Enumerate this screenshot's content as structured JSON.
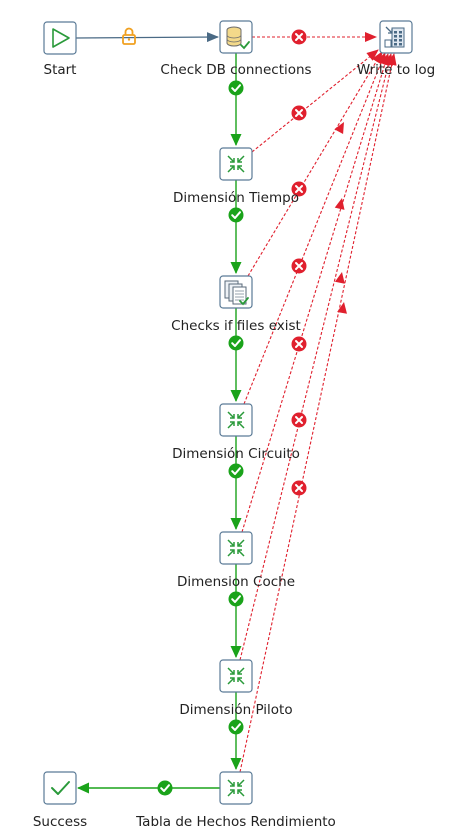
{
  "nodes": [
    {
      "id": "start",
      "label": "Start",
      "icon": "play-icon",
      "type": "start"
    },
    {
      "id": "check_db",
      "label": "Check DB connections",
      "icon": "database-check-icon",
      "type": "check-db"
    },
    {
      "id": "write_log",
      "label": "Write to log",
      "icon": "log-document-icon",
      "type": "log"
    },
    {
      "id": "dim_tiempo",
      "label": "Dimensión Tiempo",
      "icon": "transformation-icon",
      "type": "trans"
    },
    {
      "id": "checks_files",
      "label": "Checks if files exist",
      "icon": "files-check-icon",
      "type": "files"
    },
    {
      "id": "dim_circuito",
      "label": "Dimensión Circuito",
      "icon": "transformation-icon",
      "type": "trans"
    },
    {
      "id": "dim_coche",
      "label": "Dimension Coche",
      "icon": "transformation-icon",
      "type": "trans"
    },
    {
      "id": "dim_piloto",
      "label": "Dimensión Piloto",
      "icon": "transformation-icon",
      "type": "trans"
    },
    {
      "id": "tabla_hechos",
      "label": "Tabla de Hechos Rendimiento",
      "icon": "transformation-icon",
      "type": "trans"
    },
    {
      "id": "success",
      "label": "Success",
      "icon": "checkmark-icon",
      "type": "success"
    }
  ],
  "hops": [
    {
      "from": "start",
      "to": "check_db",
      "kind": "unconditional"
    },
    {
      "from": "check_db",
      "to": "dim_tiempo",
      "kind": "success"
    },
    {
      "from": "dim_tiempo",
      "to": "checks_files",
      "kind": "success"
    },
    {
      "from": "checks_files",
      "to": "dim_circuito",
      "kind": "success"
    },
    {
      "from": "dim_circuito",
      "to": "dim_coche",
      "kind": "success"
    },
    {
      "from": "dim_coche",
      "to": "dim_piloto",
      "kind": "success"
    },
    {
      "from": "dim_piloto",
      "to": "tabla_hechos",
      "kind": "success"
    },
    {
      "from": "tabla_hechos",
      "to": "success",
      "kind": "success"
    },
    {
      "from": "check_db",
      "to": "write_log",
      "kind": "error"
    },
    {
      "from": "dim_tiempo",
      "to": "write_log",
      "kind": "error"
    },
    {
      "from": "checks_files",
      "to": "write_log",
      "kind": "error"
    },
    {
      "from": "dim_circuito",
      "to": "write_log",
      "kind": "error"
    },
    {
      "from": "dim_coche",
      "to": "write_log",
      "kind": "error"
    },
    {
      "from": "dim_piloto",
      "to": "write_log",
      "kind": "error"
    },
    {
      "from": "tabla_hechos",
      "to": "write_log",
      "kind": "error"
    }
  ],
  "colors": {
    "success": "#1aa31a",
    "error": "#e0202e",
    "unconditional": "#4a6a85",
    "lock": "#f0a020",
    "node_border": "#5a7a96",
    "green_icon": "#2a9a3a"
  }
}
